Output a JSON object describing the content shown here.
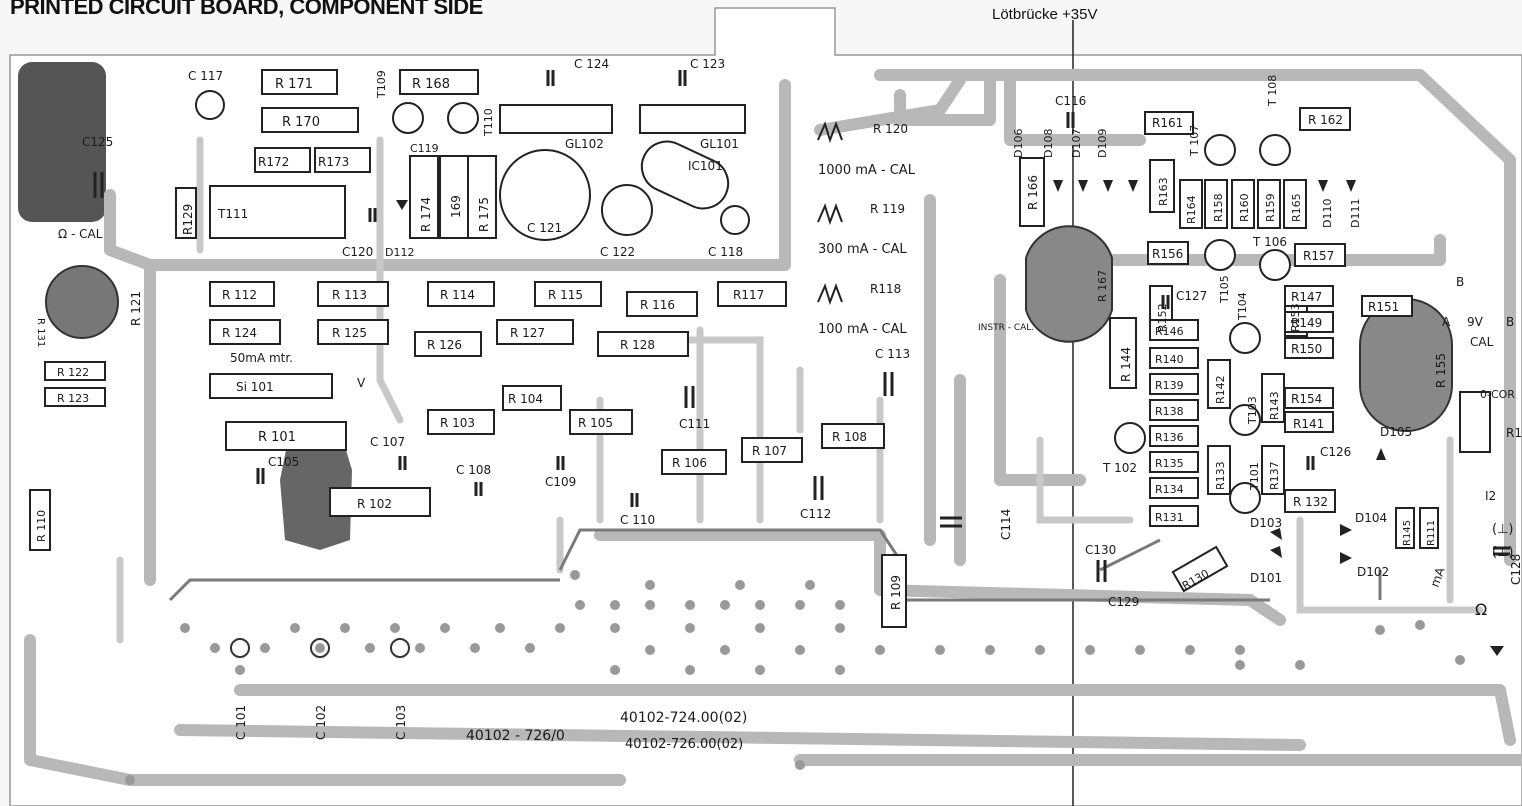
{
  "header": {
    "title": "PRINTED CIRCUIT BOARD, COMPONENT SIDE",
    "bridge_note": "Lötbrücke +35V"
  },
  "colors": {
    "board": "#ffffff",
    "trace": "#b8b8b8",
    "trace_dark": "#7a7a7a",
    "shield": "#555555",
    "silk": "#1a1a1a"
  },
  "labels": [
    {
      "id": "r171",
      "text": "R 171"
    },
    {
      "id": "r168",
      "text": "R 168"
    },
    {
      "id": "r170",
      "text": "R 170"
    },
    {
      "id": "r172",
      "text": "R172"
    },
    {
      "id": "r173",
      "text": "R173"
    },
    {
      "id": "r174",
      "text": "R 174"
    },
    {
      "id": "r169",
      "text": "169"
    },
    {
      "id": "r175",
      "text": "R 175"
    },
    {
      "id": "r129",
      "text": "R129"
    },
    {
      "id": "t111",
      "text": "T111"
    },
    {
      "id": "c117",
      "text": "C 117"
    },
    {
      "id": "t109",
      "text": "T109"
    },
    {
      "id": "t110",
      "text": "T110"
    },
    {
      "id": "c119",
      "text": "C119"
    },
    {
      "id": "c120",
      "text": "C120"
    },
    {
      "id": "d112",
      "text": "D112"
    },
    {
      "id": "c121",
      "text": "C 121"
    },
    {
      "id": "c122",
      "text": "C 122"
    },
    {
      "id": "c118",
      "text": "C 118"
    },
    {
      "id": "c124",
      "text": "C 124"
    },
    {
      "id": "c123",
      "text": "C 123"
    },
    {
      "id": "gl102",
      "text": "GL102"
    },
    {
      "id": "gl101",
      "text": "GL101"
    },
    {
      "id": "ic101",
      "text": "IC101"
    },
    {
      "id": "c125",
      "text": "C125"
    },
    {
      "id": "ocal",
      "text": "Ω - CAL"
    },
    {
      "id": "r121",
      "text": "R 121"
    },
    {
      "id": "r131v",
      "text": "R 131"
    },
    {
      "id": "r112",
      "text": "R 112"
    },
    {
      "id": "r113",
      "text": "R 113"
    },
    {
      "id": "r114",
      "text": "R 114"
    },
    {
      "id": "r115",
      "text": "R 115"
    },
    {
      "id": "r116",
      "text": "R 116"
    },
    {
      "id": "r117",
      "text": "R117"
    },
    {
      "id": "r124",
      "text": "R 124"
    },
    {
      "id": "r125",
      "text": "R 125"
    },
    {
      "id": "r126",
      "text": "R 126"
    },
    {
      "id": "r127",
      "text": "R 127"
    },
    {
      "id": "r128",
      "text": "R 128"
    },
    {
      "id": "mtr",
      "text": "50mA  mtr."
    },
    {
      "id": "si101",
      "text": "Si 101"
    },
    {
      "id": "v",
      "text": "V"
    },
    {
      "id": "r122",
      "text": "R 122"
    },
    {
      "id": "r123",
      "text": "R 123"
    },
    {
      "id": "r110",
      "text": "R 110"
    },
    {
      "id": "r101",
      "text": "R 101"
    },
    {
      "id": "c105",
      "text": "C105"
    },
    {
      "id": "c107",
      "text": "C 107"
    },
    {
      "id": "r102",
      "text": "R 102"
    },
    {
      "id": "r103",
      "text": "R 103"
    },
    {
      "id": "r104",
      "text": "R 104"
    },
    {
      "id": "r105",
      "text": "R 105"
    },
    {
      "id": "c108",
      "text": "C 108"
    },
    {
      "id": "c109",
      "text": "C109"
    },
    {
      "id": "c110",
      "text": "C 110"
    },
    {
      "id": "c111",
      "text": "C111"
    },
    {
      "id": "r106",
      "text": "R 106"
    },
    {
      "id": "r107",
      "text": "R 107"
    },
    {
      "id": "r108",
      "text": "R 108"
    },
    {
      "id": "c112",
      "text": "C112"
    },
    {
      "id": "c113",
      "text": "C 113"
    },
    {
      "id": "c114",
      "text": "C114"
    },
    {
      "id": "r109",
      "text": "R 109"
    },
    {
      "id": "r120",
      "text": "R 120"
    },
    {
      "id": "cal1000",
      "text": "1000 mA - CAL"
    },
    {
      "id": "r119",
      "text": "R 119"
    },
    {
      "id": "cal300",
      "text": "300  mA - CAL"
    },
    {
      "id": "r118",
      "text": "R118"
    },
    {
      "id": "cal100",
      "text": "100  mA - CAL"
    },
    {
      "id": "c116",
      "text": "C116"
    },
    {
      "id": "d106",
      "text": "D106"
    },
    {
      "id": "d108",
      "text": "D108"
    },
    {
      "id": "d107",
      "text": "D107"
    },
    {
      "id": "d109",
      "text": "D109"
    },
    {
      "id": "r166",
      "text": "R 166"
    },
    {
      "id": "r163",
      "text": "R163"
    },
    {
      "id": "r161",
      "text": "R161"
    },
    {
      "id": "t107",
      "text": "T 107"
    },
    {
      "id": "t108",
      "text": "T 108"
    },
    {
      "id": "r162",
      "text": "R 162"
    },
    {
      "id": "r164",
      "text": "R164"
    },
    {
      "id": "r158",
      "text": "R158"
    },
    {
      "id": "r160",
      "text": "R160"
    },
    {
      "id": "r159",
      "text": "R159"
    },
    {
      "id": "r165",
      "text": "R165"
    },
    {
      "id": "d110",
      "text": "D110"
    },
    {
      "id": "d111",
      "text": "D111"
    },
    {
      "id": "r156",
      "text": "R156"
    },
    {
      "id": "t106",
      "text": "T 106"
    },
    {
      "id": "r157",
      "text": "R157"
    },
    {
      "id": "t105",
      "text": "T105"
    },
    {
      "id": "r167",
      "text": "R 167"
    },
    {
      "id": "instr",
      "text": "INSTR - CAL."
    },
    {
      "id": "c127",
      "text": "C127"
    },
    {
      "id": "r152",
      "text": "R152"
    },
    {
      "id": "t104",
      "text": "T104"
    },
    {
      "id": "r153",
      "text": "R153"
    },
    {
      "id": "r147",
      "text": "R147"
    },
    {
      "id": "r151",
      "text": "R151"
    },
    {
      "id": "r149",
      "text": "R149"
    },
    {
      "id": "r146",
      "text": "R146"
    },
    {
      "id": "r140",
      "text": "R140"
    },
    {
      "id": "r150",
      "text": "R150"
    },
    {
      "id": "r144",
      "text": "R 144"
    },
    {
      "id": "r139",
      "text": "R139"
    },
    {
      "id": "r142",
      "text": "R142"
    },
    {
      "id": "t103",
      "text": "T103"
    },
    {
      "id": "r143",
      "text": "R143"
    },
    {
      "id": "r154",
      "text": "R154"
    },
    {
      "id": "r155",
      "text": "R 155"
    },
    {
      "id": "ninev",
      "text": "9V"
    },
    {
      "id": "cal",
      "text": "CAL"
    },
    {
      "id": "r138",
      "text": "R138"
    },
    {
      "id": "r141",
      "text": "R141"
    },
    {
      "id": "r136",
      "text": "R136"
    },
    {
      "id": "d105",
      "text": "D105"
    },
    {
      "id": "t102",
      "text": "T 102"
    },
    {
      "id": "r135",
      "text": "R135"
    },
    {
      "id": "t101",
      "text": "T101"
    },
    {
      "id": "c126",
      "text": "C126"
    },
    {
      "id": "r133",
      "text": "R133"
    },
    {
      "id": "r137",
      "text": "R137"
    },
    {
      "id": "r134",
      "text": "R134"
    },
    {
      "id": "r132",
      "text": "R 132"
    },
    {
      "id": "i2",
      "text": "I2"
    },
    {
      "id": "r131",
      "text": "R131"
    },
    {
      "id": "d103",
      "text": "D103"
    },
    {
      "id": "d104",
      "text": "D104"
    },
    {
      "id": "r145",
      "text": "R145"
    },
    {
      "id": "r111",
      "text": "R111"
    },
    {
      "id": "c128",
      "text": "C128"
    },
    {
      "id": "c130",
      "text": "C130"
    },
    {
      "id": "r130",
      "text": "R130"
    },
    {
      "id": "c129",
      "text": "C129"
    },
    {
      "id": "d101",
      "text": "D101"
    },
    {
      "id": "d102",
      "text": "D102"
    },
    {
      "id": "ma",
      "text": "mA"
    },
    {
      "id": "ohm",
      "text": "Ω"
    },
    {
      "id": "c101",
      "text": "C 101"
    },
    {
      "id": "c102",
      "text": "C 102"
    },
    {
      "id": "c103",
      "text": "C 103"
    },
    {
      "id": "part1",
      "text": "40102 - 726/0"
    },
    {
      "id": "part2",
      "text": "40102-724.00(02)"
    },
    {
      "id": "part3",
      "text": "40102-726.00(02)"
    },
    {
      "id": "cor",
      "text": "0-COR"
    },
    {
      "id": "r1",
      "text": "R1"
    },
    {
      "id": "bplus",
      "text": "B"
    },
    {
      "id": "a",
      "text": "A"
    },
    {
      "id": "b2",
      "text": "B"
    },
    {
      "id": "pl",
      "text": "(⊥)"
    },
    {
      "id": "pl2",
      "text": "(⊥)"
    }
  ]
}
